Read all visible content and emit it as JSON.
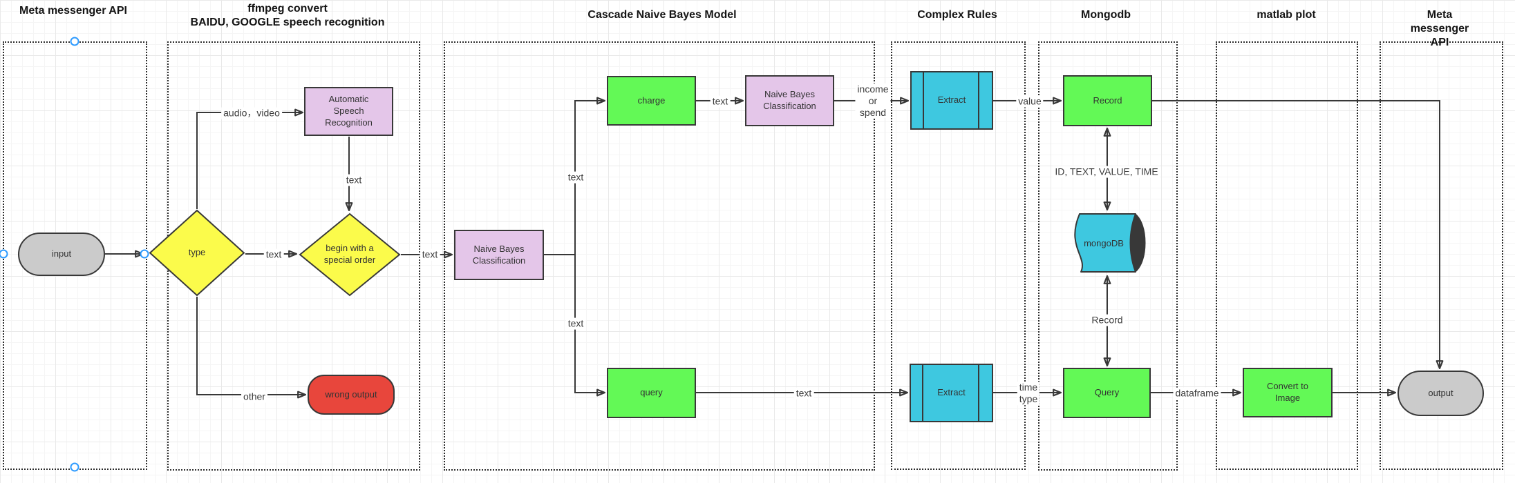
{
  "titles": {
    "c1": "Meta messenger API",
    "c2": "ffmpeg convert\nBAIDU, GOOGLE speech recognition",
    "c3": "Cascade Naive Bayes Model",
    "c4": "Complex Rules",
    "c5": "Mongodb",
    "c6": "matlab plot",
    "c7": "Meta messenger API"
  },
  "nodes": {
    "input": "input",
    "type": "type",
    "asr": "Automatic Speech Recognition",
    "begin_special": "begin with a special order",
    "wrong_output": "wrong output",
    "nbc_main": "Naive Bayes Classification",
    "charge": "charge",
    "nbc_charge": "Naive Bayes Classification",
    "extract_charge": "Extract",
    "record": "Record",
    "mongodb": "mongoDB",
    "query_branch": "query",
    "extract_query": "Extract",
    "query_db": "Query",
    "convert": "Convert to Image",
    "output": "output"
  },
  "edge_labels": {
    "audio_video": "audio，video",
    "asr_text": "text",
    "type_text": "text",
    "begin_text": "text",
    "branch_up_text": "text",
    "branch_down_text": "text",
    "charge_text": "text",
    "income_or_spend": "income\nor\nspend",
    "value": "value",
    "id_text_value_time": "ID, TEXT, VALUE, TIME",
    "record": "Record",
    "query_text": "text",
    "time_type": "time\ntype",
    "dataframe": "dataframe",
    "other": "other"
  },
  "colors": {
    "yellow": "#FBFB4B",
    "green": "#63F956",
    "lavender": "#E4C6E9",
    "cyan": "#3EC8E0",
    "red": "#E8463C",
    "gray": "#CBCBCB",
    "stroke": "#383838",
    "handle_blue": "#2E9BFF"
  }
}
